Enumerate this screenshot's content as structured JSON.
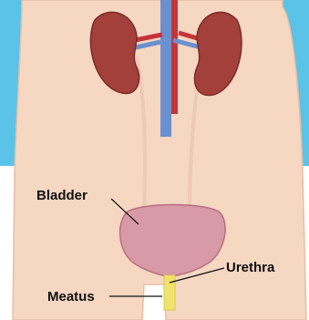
{
  "labels": {
    "bladder": "Bladder",
    "urethra": "Urethra",
    "meatus": "Meatus"
  },
  "colors": {
    "frame_blue": "#5bc3e8",
    "skin": "#f5d7c2",
    "skin_outline": "#e7bfa4",
    "kidney": "#a3403c",
    "kidney_dark": "#7c2b28",
    "vein_blue": "#6b90cf",
    "artery_red": "#c6343a",
    "bladder": "#d99aa8",
    "bladder_dark": "#b86e81",
    "urethra": "#f1e26e"
  }
}
